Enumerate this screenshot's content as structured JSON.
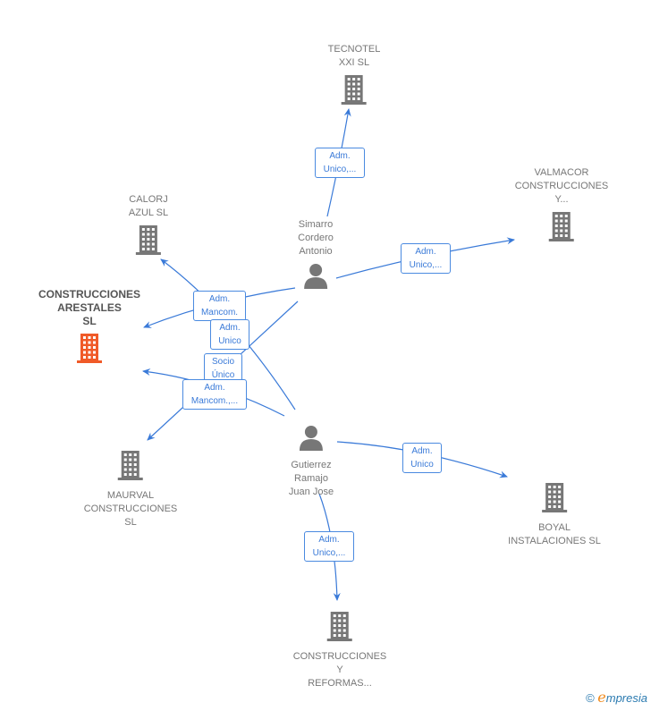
{
  "companies": [
    {
      "id": "tecnotel",
      "lines": [
        "TECNOTEL",
        "XXI SL"
      ],
      "main": false
    },
    {
      "id": "valmacor",
      "lines": [
        "VALMACOR",
        "CONSTRUCCIONES",
        "Y..."
      ],
      "main": false
    },
    {
      "id": "calorj",
      "lines": [
        "CALORJ",
        "AZUL SL"
      ],
      "main": false
    },
    {
      "id": "arestales",
      "lines": [
        "CONSTRUCCIONES",
        "ARESTALES",
        "SL"
      ],
      "main": true
    },
    {
      "id": "maurval",
      "lines": [
        "MAURVAL",
        "CONSTRUCCIONES",
        "SL"
      ],
      "main": false
    },
    {
      "id": "boyal",
      "lines": [
        "BOYAL",
        "INSTALACIONES SL"
      ],
      "main": false
    },
    {
      "id": "reformas",
      "lines": [
        "CONSTRUCCIONES",
        "Y",
        "REFORMAS..."
      ],
      "main": false
    }
  ],
  "persons": [
    {
      "id": "simarro",
      "lines": [
        "Simarro",
        "Cordero",
        "Antonio"
      ]
    },
    {
      "id": "gutierrez",
      "lines": [
        "Gutierrez",
        "Ramajo",
        "Juan Jose"
      ]
    }
  ],
  "edges": [
    {
      "from": "simarro",
      "to": "tecnotel",
      "label": [
        "Adm.",
        "Unico,..."
      ]
    },
    {
      "from": "simarro",
      "to": "valmacor",
      "label": [
        "Adm.",
        "Unico,..."
      ]
    },
    {
      "from": "simarro",
      "to": "arestales",
      "label": [
        "Adm.",
        "Mancom."
      ]
    },
    {
      "from": "gutierrez",
      "to": "calorj",
      "label": [
        "Adm.",
        "Unico"
      ]
    },
    {
      "from": "simarro",
      "to": "maurval",
      "label": [
        "Socio",
        "Único"
      ]
    },
    {
      "from": "gutierrez",
      "to": "arestales",
      "label": [
        "Adm.",
        "Mancom.,..."
      ]
    },
    {
      "from": "gutierrez",
      "to": "boyal",
      "label": [
        "Adm.",
        "Unico"
      ]
    },
    {
      "from": "gutierrez",
      "to": "reformas",
      "label": [
        "Adm.",
        "Unico,..."
      ]
    }
  ],
  "colors": {
    "main": "#f05a28",
    "company": "#777777",
    "edge": "#3a7ad8"
  },
  "footer": {
    "copyright": "©",
    "brand_initial": "e",
    "brand_rest": "mpresia"
  }
}
